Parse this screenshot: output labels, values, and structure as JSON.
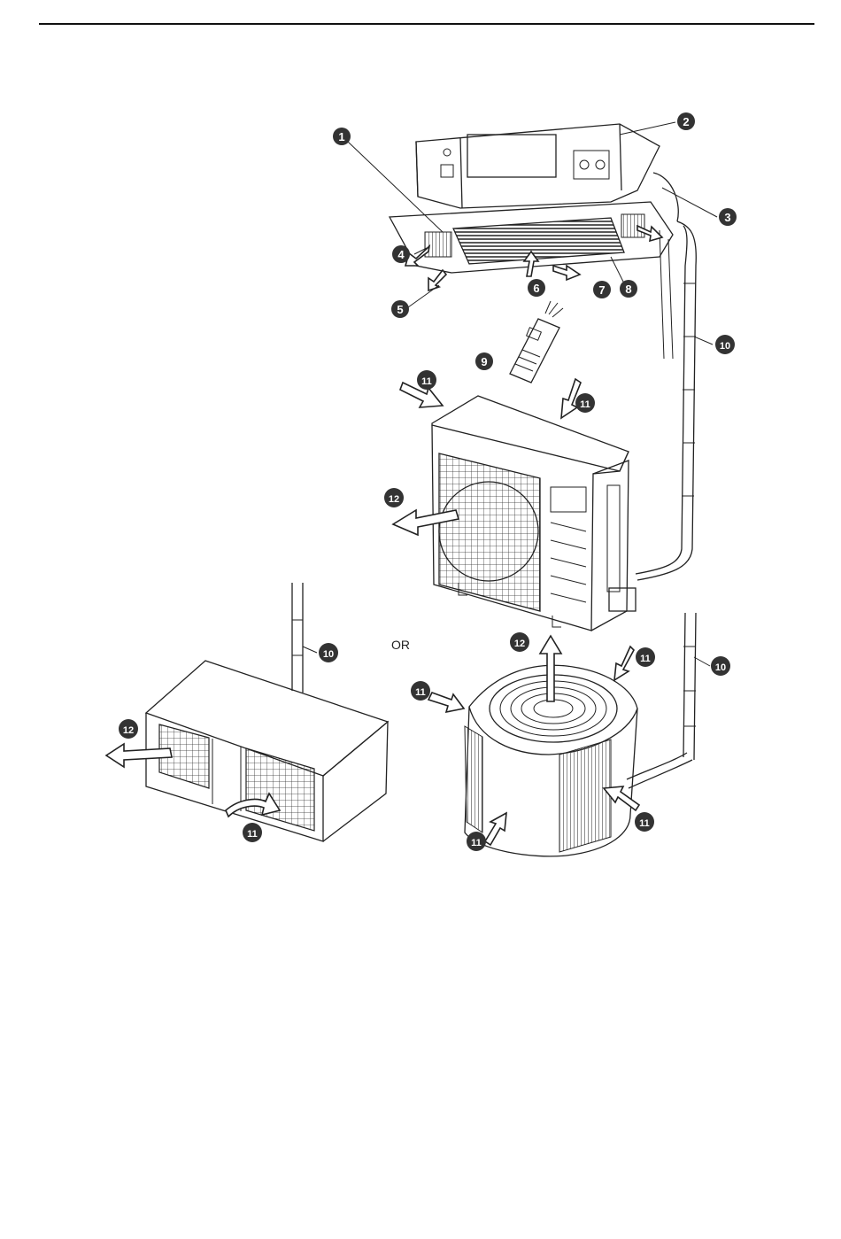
{
  "callouts": {
    "c1": "1",
    "c2": "2",
    "c3": "3",
    "c4": "4",
    "c5": "5",
    "c6": "6",
    "c7": "7",
    "c8": "8",
    "c9": "9",
    "c10": "10",
    "c11": "11",
    "c12": "12"
  },
  "or_label": "OR"
}
